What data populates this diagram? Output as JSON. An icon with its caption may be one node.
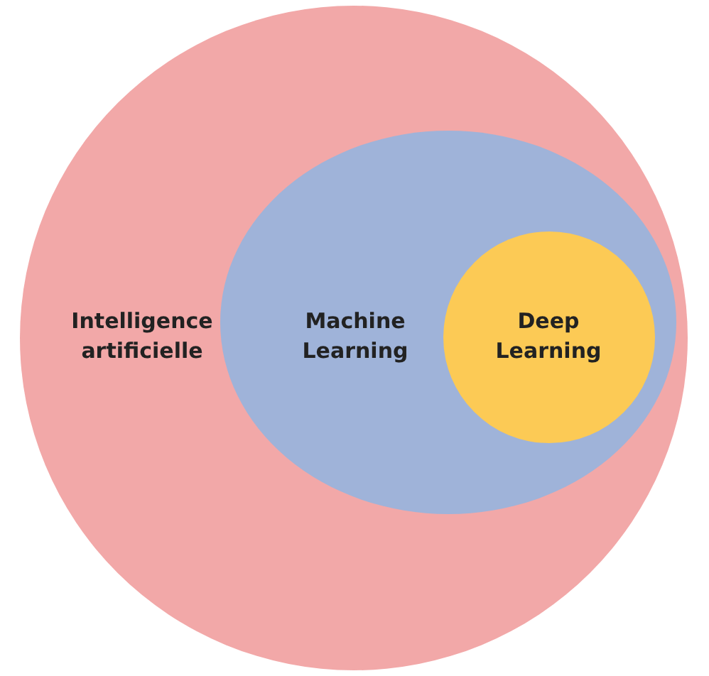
{
  "diagram": {
    "nodes": [
      {
        "text": [
          "Intelligence artificielle"
        ]
      },
      {
        "text": [
          "Machine Learning"
        ],
        "in": 0
      },
      {
        "text": [
          "Deep Learning"
        ],
        "in": 1
      }
    ]
  }
}
